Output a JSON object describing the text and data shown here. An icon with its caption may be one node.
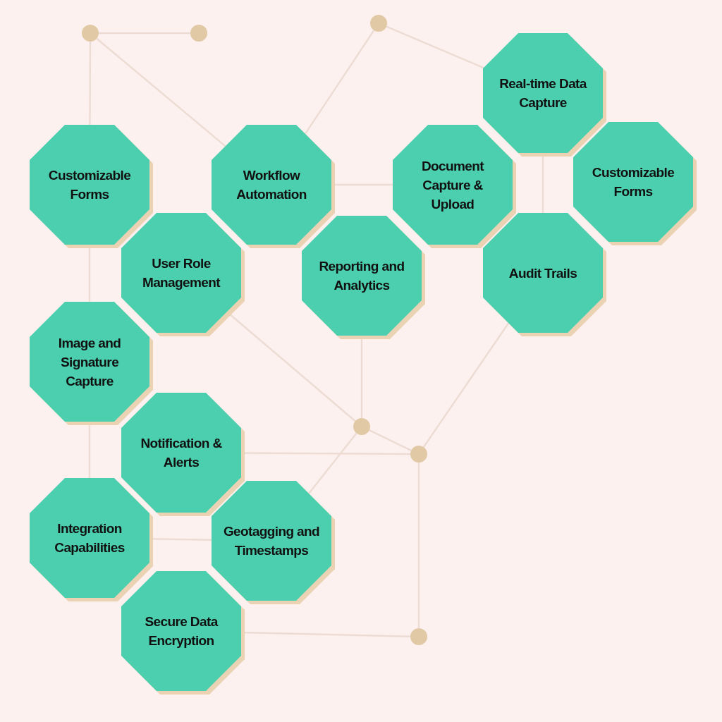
{
  "diagram": {
    "nodes": [
      {
        "text": [
          "Real-time Data Capture"
        ]
      },
      {
        "text": [
          "Customizable Forms"
        ]
      },
      {
        "text": [
          "Workflow Automation"
        ]
      },
      {
        "text": [
          "Document Capture & Upload"
        ]
      },
      {
        "text": [
          "Customizable Forms"
        ]
      },
      {
        "text": [
          "User Role Management"
        ]
      },
      {
        "text": [
          "Reporting and Analytics"
        ]
      },
      {
        "text": [
          "Audit Trails"
        ]
      },
      {
        "text": [
          "Image and Signature Capture"
        ]
      },
      {
        "text": [
          "Notification & Alerts"
        ]
      },
      {
        "text": [
          "Integration Capabilities"
        ]
      },
      {
        "text": [
          "Geotagging and Timestamps"
        ]
      },
      {
        "text": [
          "Secure Data Encryption"
        ]
      },
      {
        "text": [],
        "shape": "circle"
      },
      {
        "text": [],
        "shape": "circle"
      },
      {
        "text": [],
        "shape": "circle"
      },
      {
        "text": [],
        "shape": "circle"
      },
      {
        "text": [],
        "shape": "circle"
      },
      {
        "text": [],
        "shape": "circle"
      }
    ],
    "edges": [
      {
        "from": 14,
        "to": 15,
        "arrow": "none"
      },
      {
        "from": 14,
        "to": 1,
        "arrow": "none"
      },
      {
        "from": 1,
        "to": 8,
        "arrow": "none"
      },
      {
        "from": 8,
        "to": 10,
        "arrow": "none"
      },
      {
        "from": 14,
        "to": 2,
        "arrow": "none"
      },
      {
        "from": 13,
        "to": 2,
        "arrow": "none"
      },
      {
        "from": 13,
        "to": 0,
        "arrow": "none"
      },
      {
        "from": 2,
        "to": 3,
        "arrow": "none"
      },
      {
        "from": 0,
        "to": 7,
        "arrow": "none"
      },
      {
        "from": 5,
        "to": 16,
        "arrow": "none"
      },
      {
        "from": 6,
        "to": 16,
        "arrow": "none"
      },
      {
        "from": 16,
        "to": 11,
        "arrow": "none"
      },
      {
        "from": 16,
        "to": 17,
        "arrow": "none"
      },
      {
        "from": 9,
        "to": 17,
        "arrow": "none"
      },
      {
        "from": 17,
        "to": 7,
        "arrow": "none"
      },
      {
        "from": 17,
        "to": 18,
        "arrow": "none"
      },
      {
        "from": 12,
        "to": 18,
        "arrow": "none"
      },
      {
        "from": 10,
        "to": 11,
        "arrow": "none"
      }
    ]
  }
}
